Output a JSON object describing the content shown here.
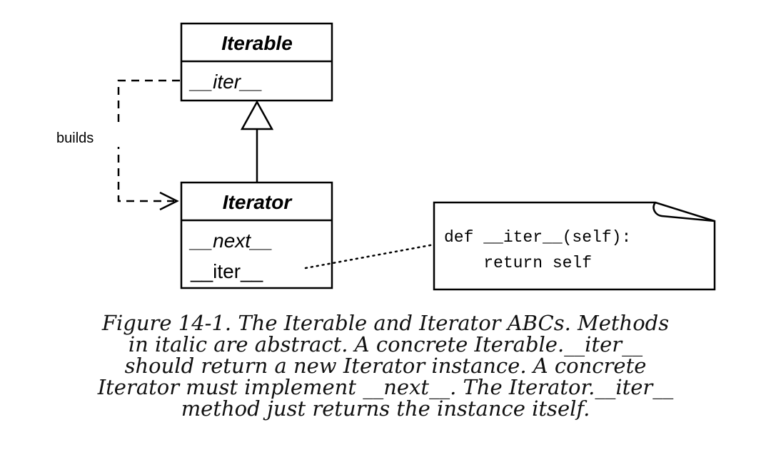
{
  "diagram": {
    "classes": [
      {
        "id": "iterable",
        "name": "Iterable",
        "members": [
          {
            "name": "__iter__",
            "abstract": true
          }
        ]
      },
      {
        "id": "iterator",
        "name": "Iterator",
        "members": [
          {
            "name": "__next__",
            "abstract": true
          },
          {
            "name": "__iter__",
            "abstract": false
          }
        ]
      }
    ],
    "relations": [
      {
        "type": "inheritance",
        "from": "Iterator",
        "to": "Iterable"
      },
      {
        "type": "dependency",
        "from": "Iterable.__iter__",
        "to": "Iterator",
        "label": "builds"
      }
    ],
    "note": {
      "attached_to": "Iterator.__iter__",
      "code_lines": [
        "def __iter__(self):",
        "    return self"
      ]
    }
  },
  "caption": {
    "lines": [
      "Figure 14-1. The Iterable and Iterator ABCs. Methods",
      "in italic are abstract. A concrete Iterable.__iter__",
      "should return a new Iterator instance. A concrete",
      "Iterator must implement __next__. The Iterator.__iter__",
      "method just returns the instance itself."
    ]
  },
  "colors": {
    "line": "#000000",
    "background": "#ffffff",
    "caption_text": "#111111"
  }
}
